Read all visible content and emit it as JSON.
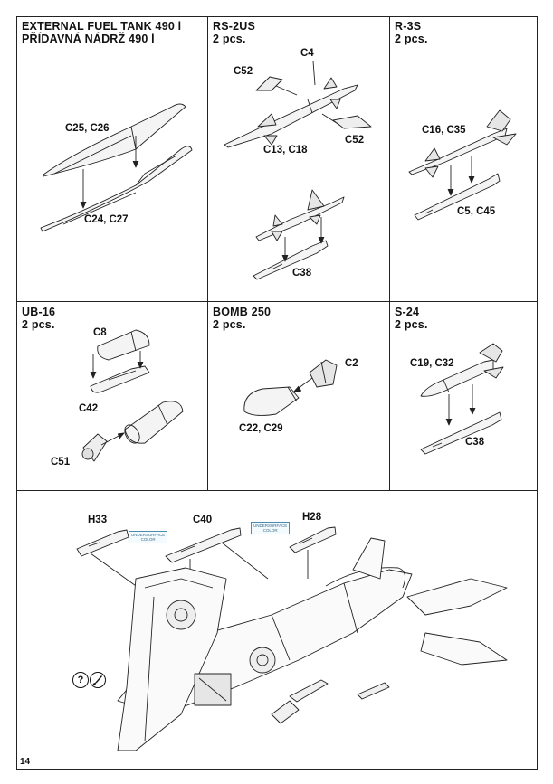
{
  "page_number": "14",
  "sections": {
    "fuel_tank": {
      "title_line1": "EXTERNAL FUEL TANK 490 l",
      "title_line2": "PŘÍDAVNÁ NÁDRŽ 490 l",
      "labels": [
        "C25, C26",
        "C24, C27"
      ]
    },
    "rs2us": {
      "title": "RS-2US",
      "qty": "2 pcs.",
      "labels": [
        "C4",
        "C52",
        "C13, C18",
        "C52",
        "C38"
      ]
    },
    "r3s": {
      "title": "R-3S",
      "qty": "2 pcs.",
      "labels": [
        "C16, C35",
        "C5, C45"
      ]
    },
    "ub16": {
      "title": "UB-16",
      "qty": "2 pcs.",
      "labels": [
        "C8",
        "C42",
        "C51"
      ]
    },
    "bomb250": {
      "title": "BOMB 250",
      "qty": "2 pcs.",
      "labels": [
        "C2",
        "C22, C29"
      ]
    },
    "s24": {
      "title": "S-24",
      "qty": "2 pcs.",
      "labels": [
        "C19, C32",
        "C38"
      ]
    },
    "assembly": {
      "labels": [
        "H33",
        "C40",
        "H28"
      ],
      "color_note_left_1": "UNDERSURFACE",
      "color_note_left_2": "COLOR",
      "color_note_right_1": "UNDERSURFACE",
      "color_note_right_2": "COLOR",
      "icon_question": "?",
      "icon_paint": "paint-brush-icon"
    }
  }
}
